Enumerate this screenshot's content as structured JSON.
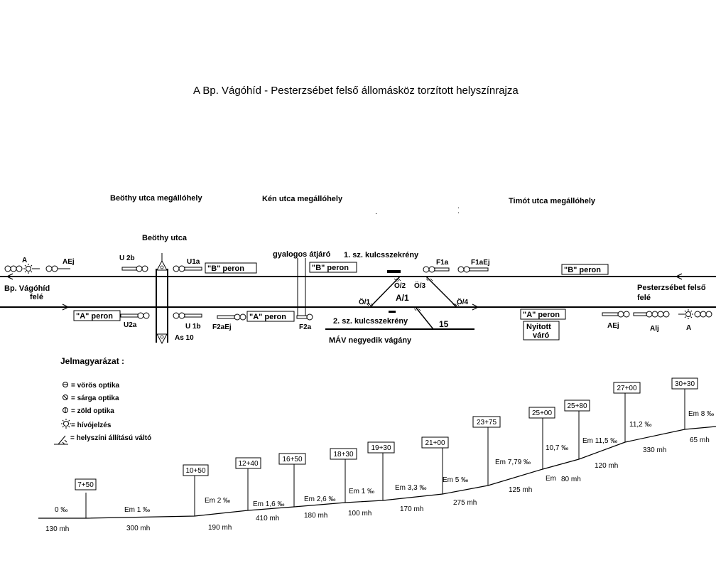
{
  "title": "A Bp. Vágóhíd - Pesterzsébet felső állomásköz torzított helyszínrajza",
  "stops": {
    "beothy": "Beöthy utca megállóhely",
    "ken": "Kén utca megállóhely",
    "timot": "Timót utca megállóhely"
  },
  "places": {
    "beothy_street": "Beöthy utca",
    "crossing": "gyalogos átjáró",
    "box1": "1. sz. kulcsszekrény",
    "box2": "2. sz. kulcsszekrény",
    "mav_track": "MÁV negyedik vágány",
    "track_15": "15",
    "left_dir_1": "Bp. Vágóhíd",
    "left_dir_2": "felé",
    "right_dir_1": "Pesterzsébet felső",
    "right_dir_2": "felé",
    "waiting_1": "Nyitott",
    "waiting_2": "váró"
  },
  "platforms": {
    "b_left": "\"B\" peron",
    "b_mid": "\"B\" peron",
    "b_right": "\"B\" peron",
    "a_left": "\"A\" peron",
    "a_mid": "\"A\" peron",
    "a_right": "\"A\" peron"
  },
  "signals": {
    "A_left": "A",
    "AEj_left": "AEj",
    "U2b": "U 2b",
    "U1a": "U1a",
    "F1a": "F1a",
    "F1aEj": "F1aEj",
    "U2a": "U2a",
    "U1b": "U 1b",
    "F2aEj": "F2aEj",
    "F2a": "F2a",
    "As10": "As 10",
    "AEj_right": "AEj",
    "Alj": "Alj",
    "A_right": "A"
  },
  "switches": {
    "o1": "Ö/1",
    "o2": "Ö/2",
    "o3": "Ö/3",
    "o4": "Ö/4",
    "a1": "A/1"
  },
  "legend": {
    "title": "Jelmagyarázat :",
    "red": "= vörös optika",
    "yellow": "= sárga optika",
    "green": "= zöld optika",
    "call": "= hívójelzés",
    "switch": "= helyszíni állítású váltó"
  },
  "profile": {
    "chainages": [
      "7+50",
      "10+50",
      "12+40",
      "16+50",
      "18+30",
      "19+30",
      "21+00",
      "23+75",
      "25+00",
      "25+80",
      "27+00",
      "30+30"
    ],
    "gradients": [
      "0  ‰",
      "Em 1  ‰",
      "Em   2  ‰",
      "Em 1,6  ‰",
      "Em 2,6 ‰",
      "Em 1 ‰",
      "Em 3,3  ‰",
      "Em 5  ‰",
      "Em  7,79  ‰",
      "10,7 ‰",
      "Em 11,5 ‰",
      "11,2  ‰",
      "Em 8 ‰"
    ],
    "em_extra": "Em",
    "lengths": [
      "130 mh",
      "300 mh",
      "190 mh",
      "410 mh",
      "180 mh",
      "100 mh",
      "170 mh",
      "275 mh",
      "125 mh",
      "80 mh",
      "120 mh",
      "330 mh",
      "65 mh"
    ]
  }
}
